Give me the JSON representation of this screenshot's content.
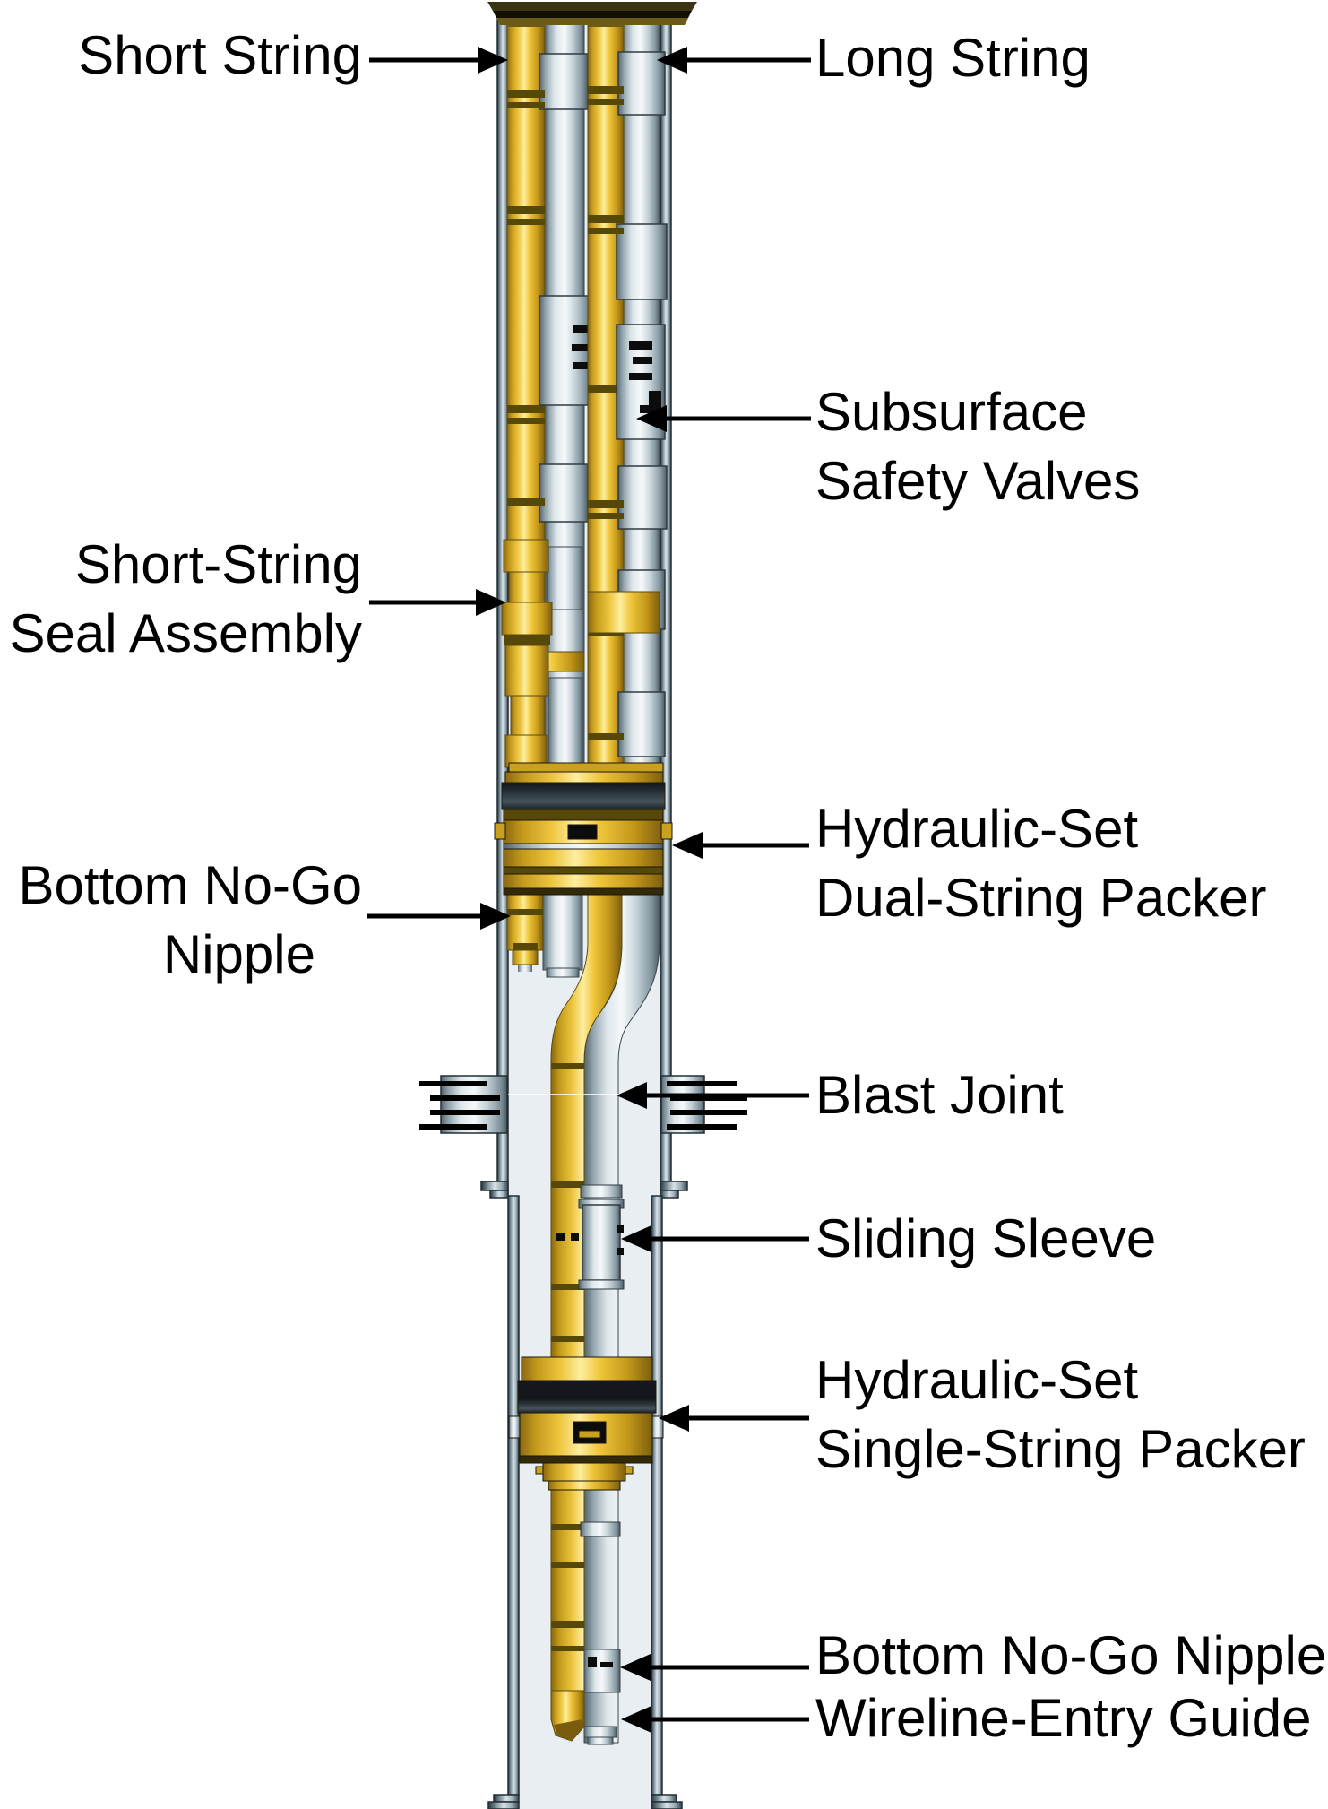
{
  "labels": {
    "short_string": {
      "text": "Short String"
    },
    "long_string": {
      "text": "Long String"
    },
    "subsurface_safety_valves": {
      "lines": [
        "Subsurface",
        "Safety Valves"
      ]
    },
    "short_string_seal_assembly": {
      "lines": [
        "Short-String",
        "Seal Assembly"
      ]
    },
    "hydraulic_set_dual_string_packer": {
      "lines": [
        "Hydraulic-Set",
        "Dual-String Packer"
      ]
    },
    "bottom_no_go_nipple_upper": {
      "lines": [
        "Bottom No-Go",
        "Nipple"
      ]
    },
    "blast_joint": {
      "text": "Blast Joint"
    },
    "sliding_sleeve": {
      "text": "Sliding Sleeve"
    },
    "hydraulic_set_single_string_packer": {
      "lines": [
        "Hydraulic-Set",
        "Single-String Packer"
      ]
    },
    "bottom_no_go_nipple_lower": {
      "text": "Bottom No-Go Nipple"
    },
    "wireline_entry_guide": {
      "text": "Wireline-Entry Guide"
    }
  },
  "colors": {
    "tubing_gold": "#f0c63a",
    "tubing_gold_dark": "#8a6810",
    "joint_band_olive": "#564808",
    "steel_silver": "#c3d0d6",
    "casing_wall": "#7e929c",
    "bore_fill": "#e9eef2",
    "packer_rubber": "#2b363c",
    "hydraulic_line_blue": "#a9d4ee",
    "label_text": "#000000",
    "background": "#ffffff"
  }
}
